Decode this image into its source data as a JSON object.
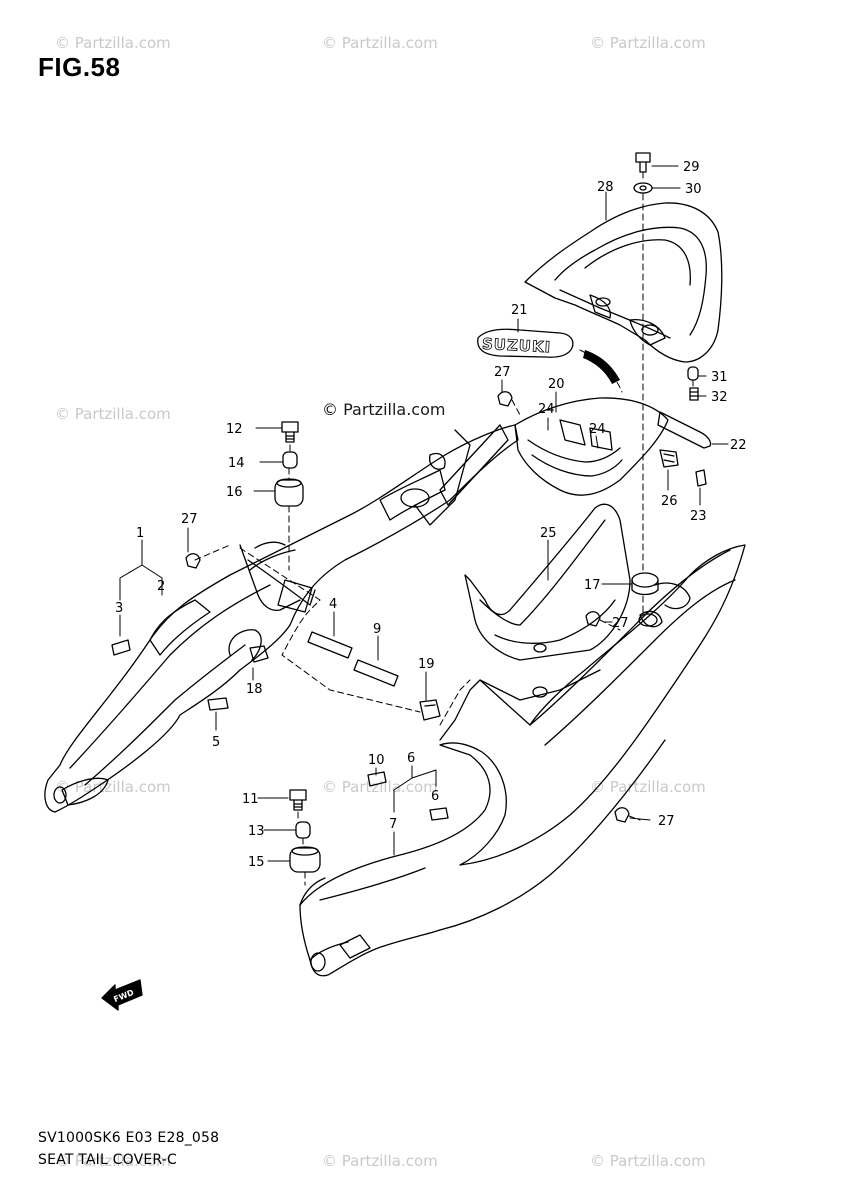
{
  "title": "FIG.58",
  "watermark": "© Partzilla.com",
  "watermark_center": "© Partzilla.com",
  "footer": {
    "code": "SV1000SK6 E03 E28_058",
    "name": "SEAT TAIL COVER-C"
  },
  "brand_decal": "SUZUKI",
  "fwd_label": "FWD",
  "callouts": [
    "1",
    "2",
    "3",
    "4",
    "5",
    "6",
    "6",
    "7",
    "9",
    "10",
    "11",
    "12",
    "13",
    "14",
    "15",
    "16",
    "17",
    "18",
    "19",
    "20",
    "21",
    "22",
    "23",
    "24",
    "24",
    "25",
    "26",
    "27",
    "27",
    "27",
    "27",
    "28",
    "29",
    "30",
    "31",
    "32"
  ]
}
